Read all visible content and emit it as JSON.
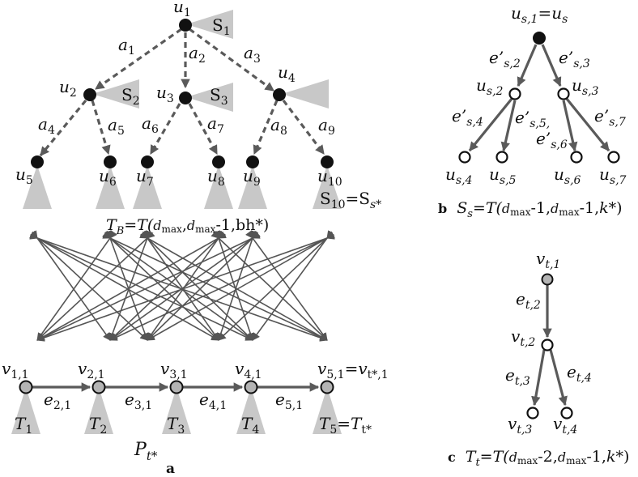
{
  "panel_a": {
    "caption": "a",
    "top_tree": {
      "nodes": {
        "u1": "u",
        "u1_sub": "1",
        "u2": "u",
        "u2_sub": "2",
        "u3": "u",
        "u3_sub": "3",
        "u4": "u",
        "u4_sub": "4",
        "u5": "u",
        "u5_sub": "5",
        "u6": "u",
        "u6_sub": "6",
        "u7": "u",
        "u7_sub": "7",
        "u8": "u",
        "u8_sub": "8",
        "u9": "u",
        "u9_sub": "9",
        "u10": "u",
        "u10_sub": "10"
      },
      "subtrees": {
        "s1": "S",
        "s1_sub": "1",
        "s2": "S",
        "s2_sub": "2",
        "s3": "S",
        "s3_sub": "3",
        "s10": "S",
        "s10_sub": "10",
        "s10_eq": "=",
        "s10_rhs": "S",
        "s10_rhs_sub": "s*"
      },
      "edges": {
        "a1": "a",
        "a1_sub": "1",
        "a2": "a",
        "a2_sub": "2",
        "a3": "a",
        "a3_sub": "3",
        "a4": "a",
        "a4_sub": "4",
        "a5": "a",
        "a5_sub": "5",
        "a6": "a",
        "a6_sub": "6",
        "a7": "a",
        "a7_sub": "7",
        "a8": "a",
        "a8_sub": "8",
        "a9": "a",
        "a9_sub": "9"
      },
      "tree_label": {
        "T": "T",
        "T_sub": "B",
        "eq": "=",
        "func": "T(",
        "dmax": "d",
        "dmax_sub": "max",
        "sep1": ",",
        "dmax2": "d",
        "dmax2_sub": "max",
        "minus": "-1,bh*)"
      }
    },
    "bottom_path": {
      "nodes": {
        "v11": "v",
        "v11_sub": "1,1",
        "v21": "v",
        "v21_sub": "2,1",
        "v31": "v",
        "v31_sub": "3,1",
        "v41": "v",
        "v41_sub": "4,1",
        "v51": "v",
        "v51_sub": "5,1",
        "v51_eq": "=",
        "v51_rhs": "v",
        "v51_rhs_sub": "t*,1"
      },
      "edges": {
        "e21": "e",
        "e21_sub": "2,1",
        "e31": "e",
        "e31_sub": "3,1",
        "e41": "e",
        "e41_sub": "4,1",
        "e51": "e",
        "e51_sub": "5,1"
      },
      "subtrees": {
        "t1": "T",
        "t1_sub": "1",
        "t2": "T",
        "t2_sub": "2",
        "t3": "T",
        "t3_sub": "3",
        "t4": "T",
        "t4_sub": "4",
        "t5": "T",
        "t5_sub": "5",
        "t5_eq": "=",
        "t5_rhs": "T",
        "t5_rhs_sub": "t*"
      },
      "path_label": {
        "P": "P",
        "P_sub": "t*"
      }
    }
  },
  "panel_b": {
    "caption": "b",
    "nodes": {
      "root": "u",
      "root_sub": "s,1",
      "root_eq": "=",
      "root_rhs": "u",
      "root_rhs_sub": "s",
      "us2": "u",
      "us2_sub": "s,2",
      "us3": "u",
      "us3_sub": "s,3",
      "us4": "u",
      "us4_sub": "s,4",
      "us5": "u",
      "us5_sub": "s,5",
      "us6": "u",
      "us6_sub": "s,6",
      "us7": "u",
      "us7_sub": "s,7"
    },
    "edges": {
      "es2": "e’",
      "es2_sub": "s,2",
      "es3": "e’",
      "es3_sub": "s,3",
      "es4": "e’",
      "es4_sub": "s,4",
      "es5": "e’",
      "es5_sub": "s,5,",
      "es6": "e’",
      "es6_sub": "s,6",
      "es7": "e’",
      "es7_sub": "s,7"
    },
    "label": {
      "S": "S",
      "S_sub": "s",
      "eq": "=",
      "func": "T(",
      "dmax": "d",
      "dmax_sub": "max",
      "mid": "-1,",
      "dmax2": "d",
      "dmax2_sub": "max",
      "tail": "-1,",
      "k": "k",
      "end": "*)"
    }
  },
  "panel_c": {
    "caption": "c",
    "nodes": {
      "vt1": "v",
      "vt1_sub": "t,1",
      "vt2": "v",
      "vt2_sub": "t,2",
      "vt3": "v",
      "vt3_sub": "t,3",
      "vt4": "v",
      "vt4_sub": "t,4"
    },
    "edges": {
      "et2": "e",
      "et2_sub": "t,2",
      "et3": "e",
      "et3_sub": "t,3",
      "et4": "e",
      "et4_sub": "t,4"
    },
    "label": {
      "T": "T",
      "T_sub": "t",
      "eq": "=",
      "func": "T(",
      "dmax": "d",
      "dmax_sub": "max",
      "mid": "-2,",
      "dmax2": "d",
      "dmax2_sub": "max",
      "tail": "-1,",
      "k": "k",
      "end": "*)"
    }
  },
  "colors": {
    "node_black": "#111111",
    "node_white": "#ffffff",
    "node_gray": "#b4b4b4",
    "edge": "#5a5a5a",
    "subtree": "#c8c8c8"
  }
}
